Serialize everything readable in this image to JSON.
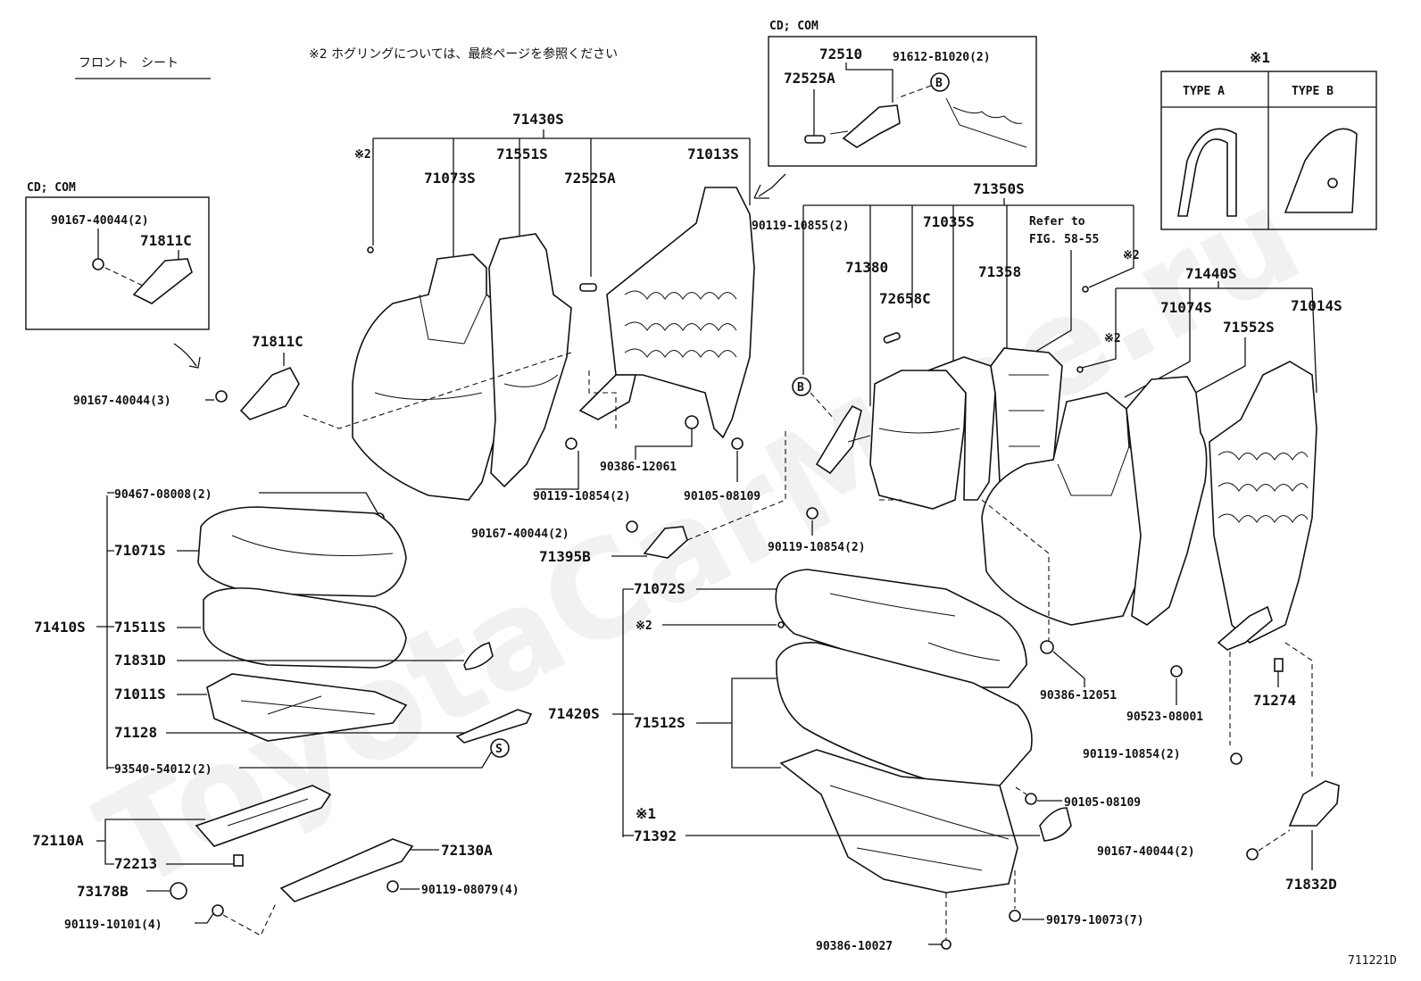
{
  "title_jp": "フロント　シート",
  "note_jp": "※2  ホグリングについては、最終ページを参照ください",
  "figure_code": "711221D",
  "watermark": "ToyotaCarMine.ru",
  "variant_label": "CD; COM",
  "refer_label_1": "Refer to",
  "refer_label_2": "FIG. 58-55",
  "type_box": {
    "mark": "※1",
    "type_a": "TYPE  A",
    "type_b": "TYPE  B"
  },
  "marks": {
    "note2": "※2",
    "note1": "※1",
    "circle_b": "B",
    "circle_s": "S"
  },
  "parts": {
    "p71430S": "71430S",
    "p71073S": "71073S",
    "p71551S": "71551S",
    "p72525A_a": "72525A",
    "p71013S": "71013S",
    "p72510": "72510",
    "p72525A_b": "72525A",
    "p91612": "91612-B1020(2)",
    "p90167_2a": "90167-40044(2)",
    "p71811C_a": "71811C",
    "p71811C_b": "71811C",
    "p90167_3": "90167-40044(3)",
    "p90386_12061": "90386-12061",
    "p90119_10854a": "90119-10854(2)",
    "p90105_a": "90105-08109",
    "p90167_2b": "90167-40044(2)",
    "p71395B": "71395B",
    "p90467": "90467-08008(2)",
    "p71071S": "71071S",
    "p71410S": "71410S",
    "p71511S": "71511S",
    "p71831D": "71831D",
    "p71011S": "71011S",
    "p71128": "71128",
    "p93540": "93540-54012(2)",
    "p72110A": "72110A",
    "p72213": "72213",
    "p72130A": "72130A",
    "p73178B": "73178B",
    "p90119_08079": "90119-08079(4)",
    "p90119_10101": "90119-10101(4)",
    "p71350S": "71350S",
    "p90119_10855": "90119-10855(2)",
    "p71035S": "71035S",
    "p71380": "71380",
    "p72658C": "72658C",
    "p71358": "71358",
    "p71440S": "71440S",
    "p71074S": "71074S",
    "p71014S": "71014S",
    "p71552S": "71552S",
    "p90119_10854b": "90119-10854(2)",
    "p71072S": "71072S",
    "p71420S": "71420S",
    "p71512S": "71512S",
    "p71392": "71392",
    "p90386_12051": "90386-12051",
    "p90523": "90523-08001",
    "p71274": "71274",
    "p90119_10854c": "90119-10854(2)",
    "p90105_b": "90105-08109",
    "p90167_2c": "90167-40044(2)",
    "p71832D": "71832D",
    "p90179": "90179-10073(7)",
    "p90386_10027": "90386-10027"
  }
}
